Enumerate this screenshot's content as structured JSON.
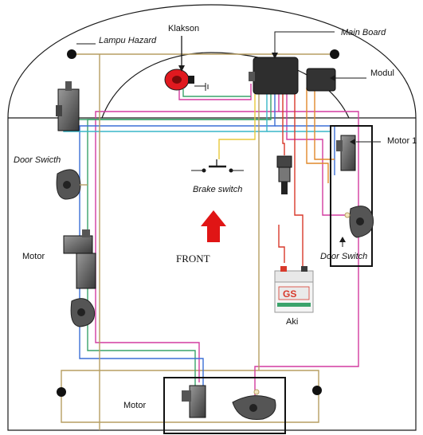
{
  "labels": {
    "klakson": "Klakson",
    "main_board": "Main Board",
    "lampu_hazard": "Lampu Hazard",
    "modul": "Modul",
    "motor_1": "Motor 1",
    "door_switch_left": "Door Swicth",
    "door_switch_right": "Door Switch",
    "brake_switch": "Brake switch",
    "front": "FRONT",
    "motor_left": "Motor",
    "motor_bottom": "Motor",
    "aki": "Aki",
    "battery_brand": "GS"
  },
  "colors": {
    "outline": "#1a1a1a",
    "wire_pink": "#d23ca0",
    "wire_green": "#3aa36b",
    "wire_blue": "#3b6fd6",
    "wire_cyan": "#38b6c8",
    "wire_red": "#d8392b",
    "wire_yellow": "#e8c93a",
    "wire_tan": "#b79e62",
    "wire_orange": "#e0892a",
    "arrow_red": "#e01515",
    "horn_red": "#e0191f",
    "component_dark": "#2e2e2e",
    "component_gray": "#6e6e6e"
  }
}
